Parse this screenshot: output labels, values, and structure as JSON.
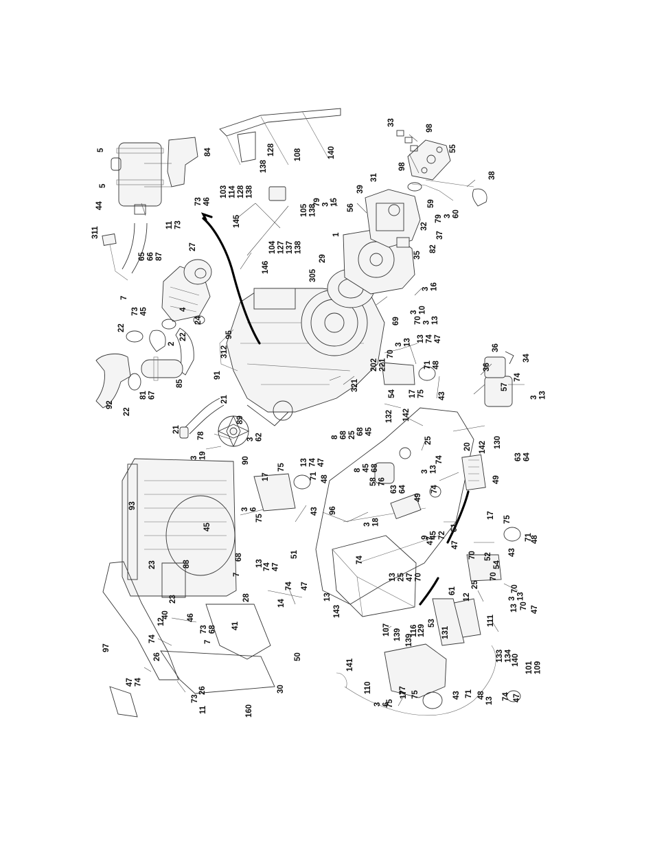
{
  "diagram": {
    "type": "exploded-parts-diagram",
    "label_rotation": "-90",
    "labels": [
      {
        "id": "a01",
        "lines": [
          "5"
        ]
      },
      {
        "id": "a02",
        "lines": [
          "5"
        ]
      },
      {
        "id": "a03",
        "lines": [
          "84"
        ]
      },
      {
        "id": "a04",
        "lines": [
          "44"
        ]
      },
      {
        "id": "a05",
        "lines": [
          "11",
          "73"
        ]
      },
      {
        "id": "a06",
        "lines": [
          "73",
          "46"
        ]
      },
      {
        "id": "a07",
        "lines": [
          "311"
        ]
      },
      {
        "id": "a08",
        "lines": [
          "65",
          "66",
          "87"
        ]
      },
      {
        "id": "a09",
        "lines": [
          "27"
        ]
      },
      {
        "id": "a10",
        "lines": [
          "7"
        ]
      },
      {
        "id": "a11",
        "lines": [
          "73",
          "45"
        ]
      },
      {
        "id": "a12",
        "lines": [
          "4"
        ]
      },
      {
        "id": "a13",
        "lines": [
          "22"
        ]
      },
      {
        "id": "a14",
        "lines": [
          "22"
        ]
      },
      {
        "id": "a15",
        "lines": [
          "2"
        ]
      },
      {
        "id": "a16",
        "lines": [
          "24"
        ]
      },
      {
        "id": "a17",
        "lines": [
          "95"
        ]
      },
      {
        "id": "a18",
        "lines": [
          "312"
        ]
      },
      {
        "id": "a19",
        "lines": [
          "92"
        ]
      },
      {
        "id": "a20",
        "lines": [
          "22"
        ]
      },
      {
        "id": "a21",
        "lines": [
          "81",
          "67"
        ]
      },
      {
        "id": "a22",
        "lines": [
          "91"
        ]
      },
      {
        "id": "a23",
        "lines": [
          "21"
        ]
      },
      {
        "id": "a24",
        "lines": [
          "21"
        ]
      },
      {
        "id": "a25",
        "lines": [
          "85"
        ]
      },
      {
        "id": "a26",
        "lines": [
          "89"
        ]
      },
      {
        "id": "a27",
        "lines": [
          "3",
          "62"
        ]
      },
      {
        "id": "a28",
        "lines": [
          "90"
        ]
      },
      {
        "id": "a29",
        "lines": [
          "3",
          "19"
        ]
      },
      {
        "id": "a30",
        "lines": [
          "78"
        ]
      },
      {
        "id": "a31",
        "lines": [
          "128"
        ]
      },
      {
        "id": "a32",
        "lines": [
          "108"
        ]
      },
      {
        "id": "a33",
        "lines": [
          "140"
        ]
      },
      {
        "id": "a34",
        "lines": [
          "138"
        ]
      },
      {
        "id": "a35",
        "lines": [
          "103",
          "114",
          "128",
          "138"
        ]
      },
      {
        "id": "a36",
        "lines": [
          "145"
        ]
      },
      {
        "id": "a37",
        "lines": [
          "105",
          "138"
        ]
      },
      {
        "id": "a38",
        "lines": [
          "104",
          "127",
          "137",
          "138"
        ]
      },
      {
        "id": "a39",
        "lines": [
          "146"
        ]
      },
      {
        "id": "a40",
        "lines": [
          "79",
          "3",
          "15"
        ]
      },
      {
        "id": "a41",
        "lines": [
          "56"
        ]
      },
      {
        "id": "a42",
        "lines": [
          "39"
        ]
      },
      {
        "id": "a43",
        "lines": [
          "31"
        ]
      },
      {
        "id": "a44",
        "lines": [
          "1"
        ]
      },
      {
        "id": "a45",
        "lines": [
          "32"
        ]
      },
      {
        "id": "a46",
        "lines": [
          "37"
        ]
      },
      {
        "id": "a47",
        "lines": [
          "82"
        ]
      },
      {
        "id": "a48",
        "lines": [
          "35"
        ]
      },
      {
        "id": "a49",
        "lines": [
          "33"
        ]
      },
      {
        "id": "a50",
        "lines": [
          "98"
        ]
      },
      {
        "id": "a51",
        "lines": [
          "98"
        ]
      },
      {
        "id": "a52",
        "lines": [
          "55"
        ]
      },
      {
        "id": "a53",
        "lines": [
          "38"
        ]
      },
      {
        "id": "a54",
        "lines": [
          "59"
        ]
      },
      {
        "id": "a55",
        "lines": [
          "79"
        ]
      },
      {
        "id": "a56",
        "lines": [
          "3",
          "60"
        ]
      },
      {
        "id": "a57",
        "lines": [
          "29"
        ]
      },
      {
        "id": "a58",
        "lines": [
          "305"
        ]
      },
      {
        "id": "a59",
        "lines": [
          "3",
          "16"
        ]
      },
      {
        "id": "a60",
        "lines": [
          "69"
        ]
      },
      {
        "id": "a61",
        "lines": [
          "3",
          "10"
        ]
      },
      {
        "id": "a62",
        "lines": [
          "70",
          "3",
          "13"
        ]
      },
      {
        "id": "a63",
        "lines": [
          "3",
          "13"
        ]
      },
      {
        "id": "a64",
        "lines": [
          "13",
          "74",
          "47"
        ]
      },
      {
        "id": "a65",
        "lines": [
          "70"
        ]
      },
      {
        "id": "a66",
        "lines": [
          "202",
          "221"
        ]
      },
      {
        "id": "a67",
        "lines": [
          "321"
        ]
      },
      {
        "id": "a68",
        "lines": [
          "54"
        ]
      },
      {
        "id": "a69",
        "lines": [
          "17",
          "75"
        ]
      },
      {
        "id": "a70",
        "lines": [
          "71",
          "48"
        ]
      },
      {
        "id": "a71",
        "lines": [
          "43"
        ]
      },
      {
        "id": "a72",
        "lines": [
          "36"
        ]
      },
      {
        "id": "a73",
        "lines": [
          "36"
        ]
      },
      {
        "id": "a74",
        "lines": [
          "34"
        ]
      },
      {
        "id": "a75",
        "lines": [
          "57"
        ]
      },
      {
        "id": "a76",
        "lines": [
          "74"
        ]
      },
      {
        "id": "a77",
        "lines": [
          "3",
          "13"
        ]
      },
      {
        "id": "a78",
        "lines": [
          "93"
        ]
      },
      {
        "id": "a79",
        "lines": [
          "45"
        ]
      },
      {
        "id": "a80",
        "lines": [
          "23"
        ]
      },
      {
        "id": "a81",
        "lines": [
          "88"
        ]
      },
      {
        "id": "a82",
        "lines": [
          "68"
        ]
      },
      {
        "id": "a83",
        "lines": [
          "7"
        ]
      },
      {
        "id": "a84",
        "lines": [
          "13"
        ]
      },
      {
        "id": "a85",
        "lines": [
          "74",
          "47"
        ]
      },
      {
        "id": "a86",
        "lines": [
          "28"
        ]
      },
      {
        "id": "a87",
        "lines": [
          "23"
        ]
      },
      {
        "id": "a88",
        "lines": [
          "40"
        ]
      },
      {
        "id": "a89",
        "lines": [
          "14"
        ]
      },
      {
        "id": "a90",
        "lines": [
          "74"
        ]
      },
      {
        "id": "a91",
        "lines": [
          "47"
        ]
      },
      {
        "id": "a92",
        "lines": [
          "41"
        ]
      },
      {
        "id": "a93",
        "lines": [
          "46"
        ]
      },
      {
        "id": "a94",
        "lines": [
          "73",
          "68"
        ]
      },
      {
        "id": "a95",
        "lines": [
          "7"
        ]
      },
      {
        "id": "a96",
        "lines": [
          "12"
        ]
      },
      {
        "id": "a97",
        "lines": [
          "74"
        ]
      },
      {
        "id": "a98",
        "lines": [
          "97"
        ]
      },
      {
        "id": "a99",
        "lines": [
          "47",
          "74"
        ]
      },
      {
        "id": "b01",
        "lines": [
          "26"
        ]
      },
      {
        "id": "b02",
        "lines": [
          "26"
        ]
      },
      {
        "id": "b03",
        "lines": [
          "73"
        ]
      },
      {
        "id": "b04",
        "lines": [
          "11"
        ]
      },
      {
        "id": "b05",
        "lines": [
          "30"
        ]
      },
      {
        "id": "b06",
        "lines": [
          "50"
        ]
      },
      {
        "id": "b07",
        "lines": [
          "160"
        ]
      },
      {
        "id": "b08",
        "lines": [
          "3",
          "6"
        ]
      },
      {
        "id": "b09",
        "lines": [
          "75"
        ]
      },
      {
        "id": "b10",
        "lines": [
          "17"
        ]
      },
      {
        "id": "b11",
        "lines": [
          "75"
        ]
      },
      {
        "id": "b12",
        "lines": [
          "13",
          "74",
          "47"
        ]
      },
      {
        "id": "b13",
        "lines": [
          "71"
        ]
      },
      {
        "id": "b14",
        "lines": [
          "48"
        ]
      },
      {
        "id": "b15",
        "lines": [
          "43"
        ]
      },
      {
        "id": "b16",
        "lines": [
          "51"
        ]
      },
      {
        "id": "b17",
        "lines": [
          "96"
        ]
      },
      {
        "id": "b18",
        "lines": [
          "3",
          "18"
        ]
      },
      {
        "id": "b19",
        "lines": [
          "8",
          "68",
          "25"
        ]
      },
      {
        "id": "b20",
        "lines": [
          "68",
          "45"
        ]
      },
      {
        "id": "b21",
        "lines": [
          "132"
        ]
      },
      {
        "id": "b22",
        "lines": [
          "142"
        ]
      },
      {
        "id": "b23",
        "lines": [
          "8",
          "45",
          "68"
        ]
      },
      {
        "id": "b24",
        "lines": [
          "58",
          "76"
        ]
      },
      {
        "id": "b25",
        "lines": [
          "25"
        ]
      },
      {
        "id": "b26",
        "lines": [
          "74"
        ]
      },
      {
        "id": "b27",
        "lines": [
          "3",
          "13"
        ]
      },
      {
        "id": "b28",
        "lines": [
          "74"
        ]
      },
      {
        "id": "b29",
        "lines": [
          "63",
          "64"
        ]
      },
      {
        "id": "b30",
        "lines": [
          "49"
        ]
      },
      {
        "id": "b31",
        "lines": [
          "9",
          "45",
          "72"
        ]
      },
      {
        "id": "b32",
        "lines": [
          "20"
        ]
      },
      {
        "id": "b33",
        "lines": [
          "142"
        ]
      },
      {
        "id": "b34",
        "lines": [
          "130"
        ]
      },
      {
        "id": "b35",
        "lines": [
          "63",
          "64"
        ]
      },
      {
        "id": "b36",
        "lines": [
          "49"
        ]
      },
      {
        "id": "b37",
        "lines": [
          "47"
        ]
      },
      {
        "id": "b38",
        "lines": [
          "74"
        ]
      },
      {
        "id": "b39",
        "lines": [
          "13",
          "25",
          "47",
          "70"
        ]
      },
      {
        "id": "b40",
        "lines": [
          "13"
        ]
      },
      {
        "id": "b41",
        "lines": [
          "143"
        ]
      },
      {
        "id": "b42",
        "lines": [
          "107"
        ]
      },
      {
        "id": "b43",
        "lines": [
          "139"
        ]
      },
      {
        "id": "b44",
        "lines": [
          "116"
        ]
      },
      {
        "id": "b45",
        "lines": [
          "139"
        ]
      },
      {
        "id": "b46",
        "lines": [
          "129"
        ]
      },
      {
        "id": "b47",
        "lines": [
          "53"
        ]
      },
      {
        "id": "b48",
        "lines": [
          "61"
        ]
      },
      {
        "id": "b49",
        "lines": [
          "61"
        ]
      },
      {
        "id": "b50",
        "lines": [
          "52"
        ]
      },
      {
        "id": "b51",
        "lines": [
          "47"
        ]
      },
      {
        "id": "b52",
        "lines": [
          "70"
        ]
      },
      {
        "id": "b53",
        "lines": [
          "25"
        ]
      },
      {
        "id": "b54",
        "lines": [
          "12"
        ]
      },
      {
        "id": "b55",
        "lines": [
          "70"
        ]
      },
      {
        "id": "b56",
        "lines": [
          "54"
        ]
      },
      {
        "id": "b57",
        "lines": [
          "70"
        ]
      },
      {
        "id": "b58",
        "lines": [
          "3",
          "13"
        ]
      },
      {
        "id": "b59",
        "lines": [
          "17"
        ]
      },
      {
        "id": "b60",
        "lines": [
          "75"
        ]
      },
      {
        "id": "b61",
        "lines": [
          "43"
        ]
      },
      {
        "id": "b62",
        "lines": [
          "71"
        ]
      },
      {
        "id": "b63",
        "lines": [
          "48"
        ]
      },
      {
        "id": "b64",
        "lines": [
          "13"
        ]
      },
      {
        "id": "b65",
        "lines": [
          "70"
        ]
      },
      {
        "id": "b66",
        "lines": [
          "47"
        ]
      },
      {
        "id": "b67",
        "lines": [
          "111"
        ]
      },
      {
        "id": "b68",
        "lines": [
          "131"
        ]
      },
      {
        "id": "b69",
        "lines": [
          "133",
          "134"
        ]
      },
      {
        "id": "b70",
        "lines": [
          "140"
        ]
      },
      {
        "id": "b71",
        "lines": [
          "101",
          "109"
        ]
      },
      {
        "id": "b72",
        "lines": [
          "141"
        ]
      },
      {
        "id": "b73",
        "lines": [
          "110"
        ]
      },
      {
        "id": "b74",
        "lines": [
          "77"
        ]
      },
      {
        "id": "b75",
        "lines": [
          "3",
          "6"
        ]
      },
      {
        "id": "b76",
        "lines": [
          "75"
        ]
      },
      {
        "id": "b77",
        "lines": [
          "17"
        ]
      },
      {
        "id": "b78",
        "lines": [
          "75"
        ]
      },
      {
        "id": "b79",
        "lines": [
          "43"
        ]
      },
      {
        "id": "b80",
        "lines": [
          "71"
        ]
      },
      {
        "id": "b81",
        "lines": [
          "48"
        ]
      },
      {
        "id": "b82",
        "lines": [
          "13"
        ]
      },
      {
        "id": "b83",
        "lines": [
          "74"
        ]
      },
      {
        "id": "b84",
        "lines": [
          "47"
        ]
      }
    ]
  }
}
